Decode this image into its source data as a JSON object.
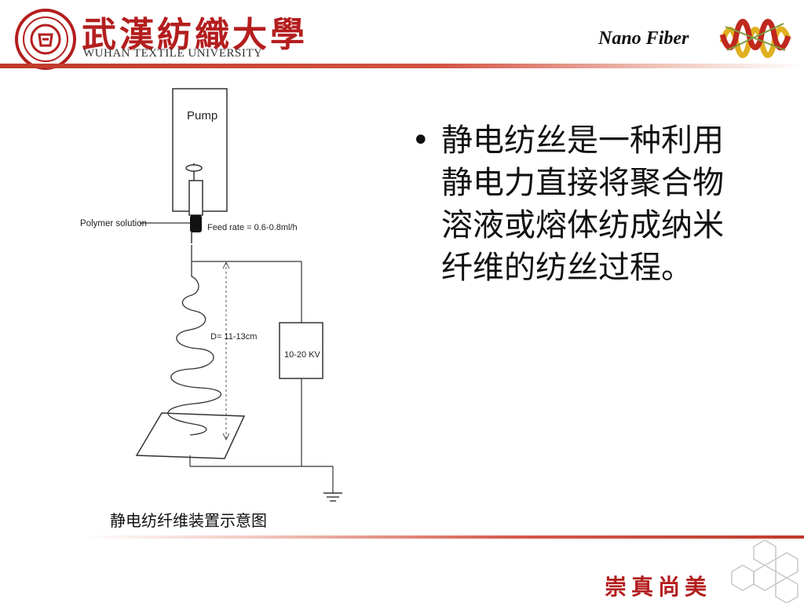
{
  "header": {
    "university_cn": "武漢紡織大學",
    "university_en": "WUHAN TEXTILE UNIVERSITY",
    "title": "Nano Fiber"
  },
  "diagram": {
    "pump_label": "Pump",
    "polymer_label": "Polymer solution",
    "feed_rate_label": "Feed rate = 0.6-0.8ml/h",
    "distance_label": "D= 11-13cm",
    "voltage_label": "10-20 KV",
    "caption": "静电纺纤维装置示意图"
  },
  "bullet": {
    "text": "静电纺丝是一种利用静电力直接将聚合物溶液或熔体纺成纳米纤维的纺丝过程。"
  },
  "footer": {
    "motto": "崇真尚美"
  },
  "colors": {
    "brand_red": "#b41e1e",
    "line_red": "#c0392b"
  }
}
